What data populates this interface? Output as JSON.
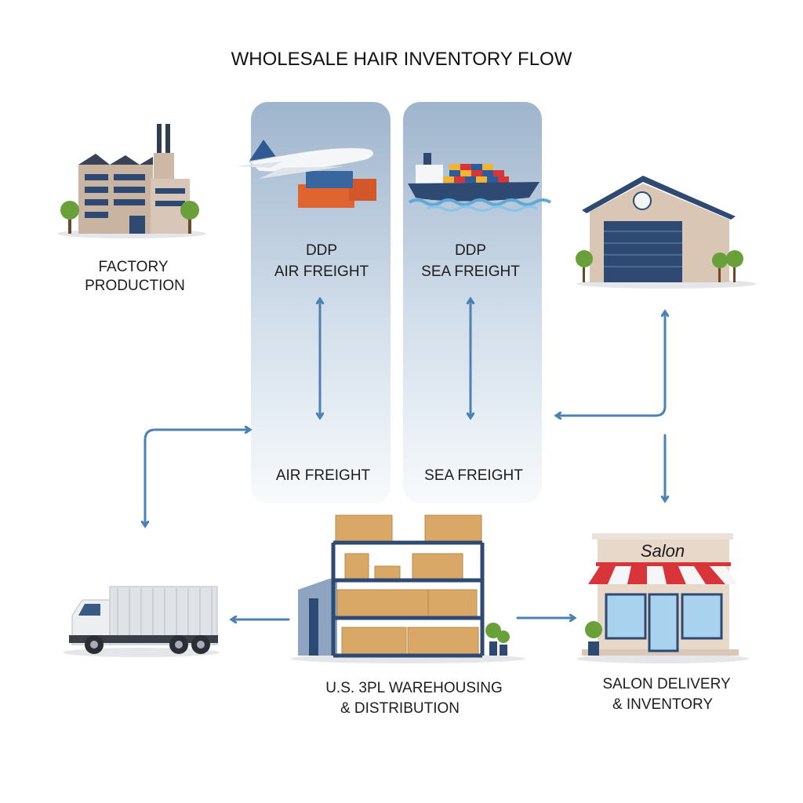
{
  "title": "WHOLESALE HAIR INVENTORY FLOW",
  "nodes": {
    "factory": {
      "line1": "FACTORY",
      "line2": "PRODUCTION"
    },
    "air": {
      "line1": "DDP",
      "line2": "AIR FREIGHT",
      "bottom": "AIR FREIGHT"
    },
    "sea": {
      "line1": "DDP",
      "line2": "SEA FREIGHT",
      "bottom": "SEA FREIGHT"
    },
    "warehouse": {
      "line1": "U.S. 3PL WAREHOUSING",
      "line2": "& DISTRIBUTION"
    },
    "salon": {
      "line1": "SALON DELIVERY",
      "line2": "& INVENTORY",
      "sign": "Salon"
    }
  },
  "colors": {
    "arrow": "#4a82b4",
    "panel_top": "#9fb5cd",
    "navy": "#2f4a72"
  }
}
